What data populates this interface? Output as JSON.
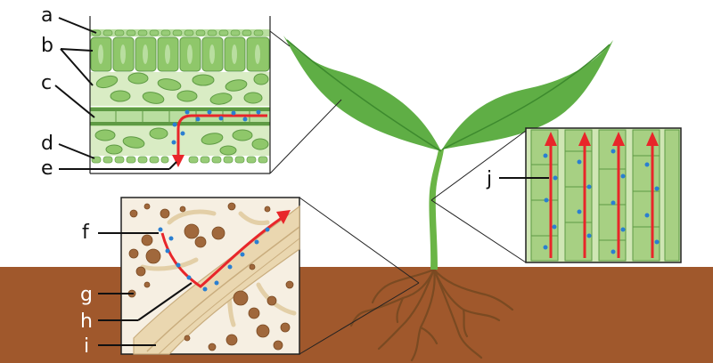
{
  "labels": {
    "a": "a",
    "b": "b",
    "c": "c",
    "d": "d",
    "e": "e",
    "f": "f",
    "g": "g",
    "h": "h",
    "i": "i",
    "j": "j"
  },
  "colors": {
    "soil": "#a0582c",
    "leaf": "#5fae45",
    "leaf_dark": "#3d8a2e",
    "stem": "#6ab546",
    "root": "#7a4a22",
    "cell_green": "#8fc76a",
    "cell_light": "#d9ecc4",
    "xylem_tan": "#e8d3a8",
    "flow_arrow": "#e8262a",
    "water_dot": "#2a7fd1"
  }
}
